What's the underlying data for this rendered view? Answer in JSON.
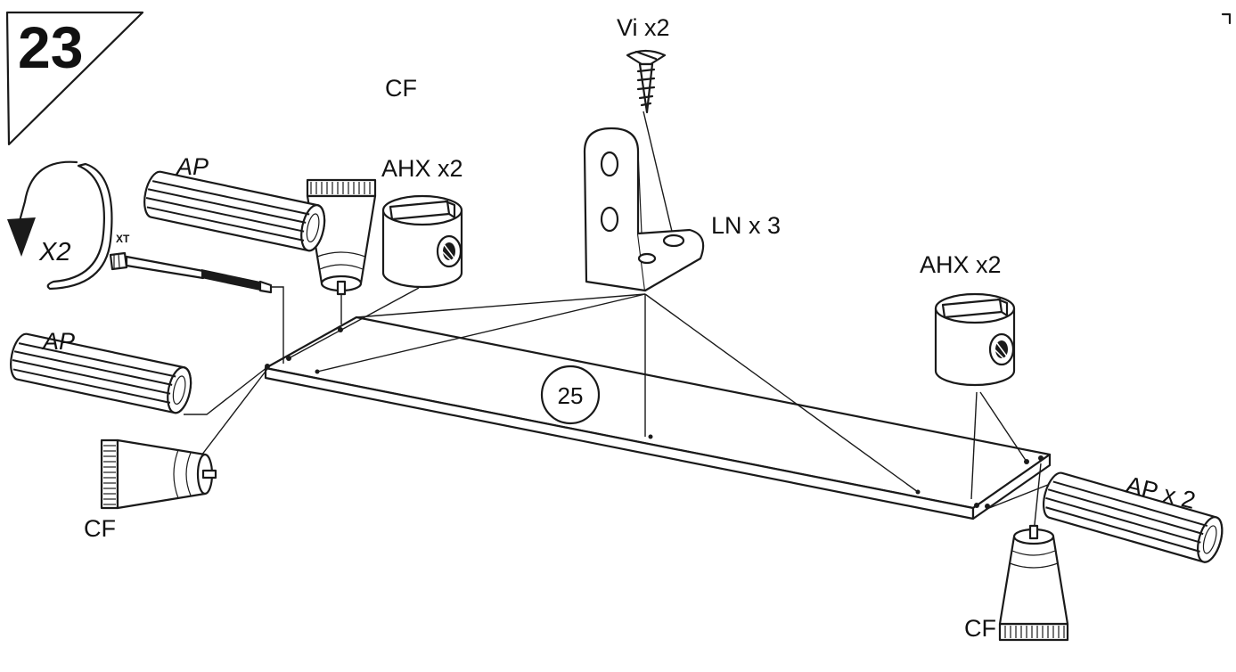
{
  "step": {
    "number": "23"
  },
  "panel": {
    "number": "25"
  },
  "labels": {
    "screw": "Vi x2",
    "bracket": "LN  x 3",
    "cam_top": "AHX x2",
    "cam_right": "AHX x2",
    "glue_top": "CF",
    "glue_left": "CF",
    "glue_bottom": "CF",
    "dowel_top": "AP",
    "dowel_left": "AP",
    "dowel_right": "AP x 2",
    "bolt": "XT",
    "rotation": "X2"
  },
  "icons": {
    "glue": "glue-tube-icon",
    "dowel": "wooden-dowel-icon",
    "cam": "cam-lock-icon",
    "bolt": "cam-bolt-icon",
    "screw": "screw-icon",
    "bracket": "l-bracket-icon",
    "rotation": "rotation-arrow-icon"
  },
  "colors": {
    "ink": "#1a1a1a",
    "paper": "#ffffff"
  }
}
